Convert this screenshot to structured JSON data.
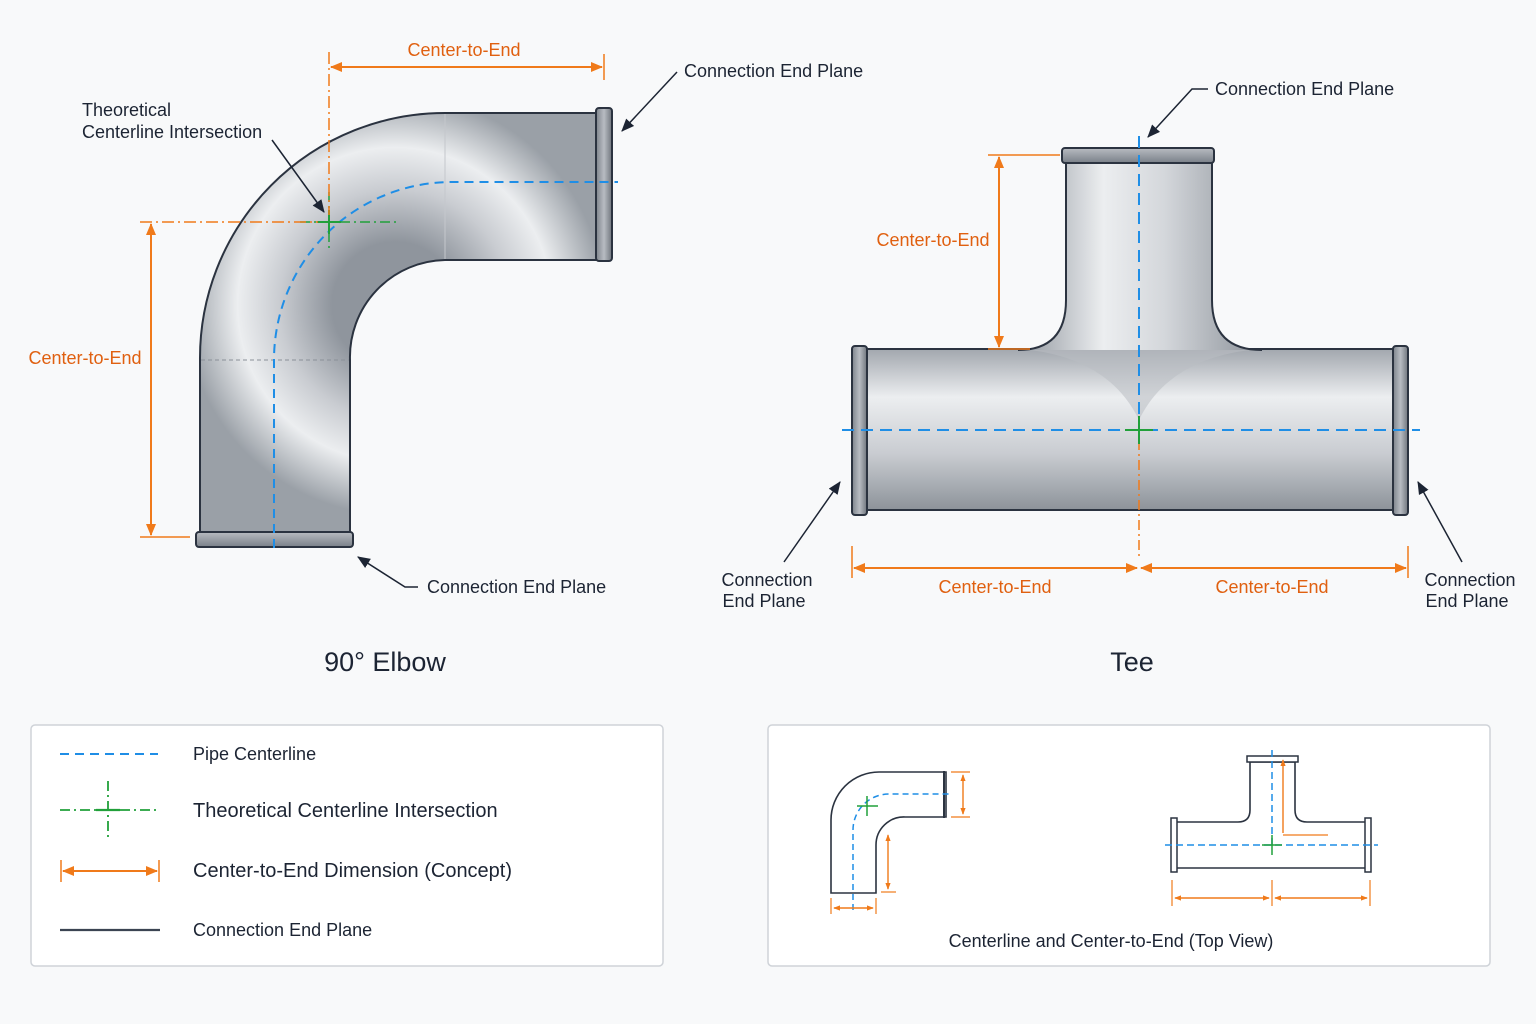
{
  "elbow": {
    "title": "90° Elbow",
    "label_intersection_line1": "Theoretical",
    "label_intersection_line2": "Centerline Intersection",
    "dim_top": "Center-to-End",
    "dim_left": "Center-to-End",
    "end_plane_right": "Connection End Plane",
    "end_plane_bottom": "Connection End Plane"
  },
  "tee": {
    "title": "Tee",
    "end_plane_top": "Connection End Plane",
    "dim_vertical": "Center-to-End",
    "dim_bottom_left": "Center-to-End",
    "dim_bottom_right": "Center-to-End",
    "end_plane_left_line1": "Connection",
    "end_plane_left_line2": "End Plane",
    "end_plane_right_line1": "Connection",
    "end_plane_right_line2": "End Plane"
  },
  "legend": {
    "items": [
      {
        "label": "Pipe Centerline",
        "symbol": "blue-dashed-line"
      },
      {
        "label": "Theoretical Centerline Intersection",
        "symbol": "green-dash-dot-cross"
      },
      {
        "label": "Center-to-End Dimension (Concept)",
        "symbol": "orange-double-arrow"
      },
      {
        "label": "Connection End Plane",
        "symbol": "dark-solid-line"
      }
    ]
  },
  "top_view": {
    "caption": "Centerline and Center-to-End (Top View)"
  },
  "colors": {
    "centerline": "#1f8ee6",
    "intersection": "#21a03a",
    "dimension": "#f07a1a",
    "outline": "#2b3340",
    "pipe_light": "#e9ebee",
    "pipe_dark": "#9da3ab"
  }
}
